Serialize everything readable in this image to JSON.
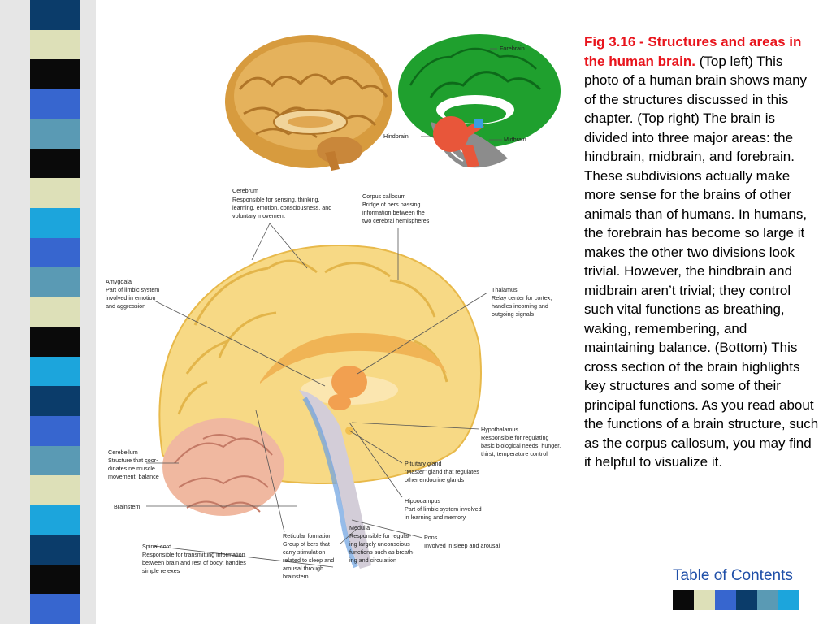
{
  "caption": {
    "title": "Fig 3.16 - Structures and areas in the human brain.",
    "body": "(Top left) This photo of a human brain shows many of the structures discussed in this chapter. (Top right) The brain is divided into three major areas: the hindbrain, midbrain, and forebrain. These subdivisions actually make more sense for the brains of other animals than of humans. In humans, the forebrain has become so large it makes the other two divisions look trivial.  However, the hindbrain and midbrain aren’t trivial; they control such vital functions as breathing, waking, remembering, and maintaining balance. (Bottom) This cross section of the brain highlights key structures and some of their principal functions. As you read about the functions of a brain structure, such as the corpus callosum, you may find it helpful to visualize it."
  },
  "toc_link": "Table of Contents",
  "colors": {
    "stripe_palette": [
      "#0a0a0a",
      "#dde0b8",
      "#3766cf",
      "#0b3c6a",
      "#5a9ab4",
      "#1ca5dc"
    ],
    "legend_swatches": [
      "#0a0a0a",
      "#dde0b8",
      "#3766cf",
      "#0b3c6a",
      "#5a9ab4",
      "#1ca5dc"
    ]
  },
  "division_labels": {
    "forebrain": "Forebrain",
    "hindbrain": "Hindbrain",
    "midbrain": "Midbrain"
  },
  "structures": {
    "cerebrum": {
      "name": "Cerebrum",
      "desc": [
        "Responsible for sensing, thinking,",
        "learning, emotion, consciousness, and",
        "voluntary movement"
      ]
    },
    "corpus_callosum": {
      "name": "Corpus callosum",
      "desc": [
        "Bridge of  bers passing",
        "information between the",
        "two cerebral hemispheres"
      ]
    },
    "amygdala": {
      "name": "Amygdala",
      "desc": [
        "Part of limbic system",
        "involved in emotion",
        "and aggression"
      ]
    },
    "thalamus": {
      "name": "Thalamus",
      "desc": [
        "Relay center for cortex;",
        "handles incoming and",
        "outgoing signals"
      ]
    },
    "hypothalamus": {
      "name": "Hypothalamus",
      "desc": [
        "Responsible for regulating",
        "basic biological needs: hunger,",
        "thirst, temperature control"
      ]
    },
    "cerebellum": {
      "name": "Cerebellum",
      "desc": [
        "Structure that coor-",
        "dinates   ne muscle",
        "movement, balance"
      ]
    },
    "pituitary": {
      "name": "Pituitary gland",
      "desc": [
        "“Master” gland that regulates",
        "other endocrine glands"
      ]
    },
    "hippocampus": {
      "name": "Hippocampus",
      "desc": [
        "Part of limbic system involved",
        "in learning and memory"
      ]
    },
    "brainstem": {
      "name": "Brainstem",
      "desc": []
    },
    "pons": {
      "name": "Pons",
      "desc": [
        "Involved in sleep and arousal"
      ]
    },
    "medulla": {
      "name": "Medulla",
      "desc": [
        "Responsible for regulat-",
        "ing largely unconscious",
        "functions such as breath-",
        "ing and circulation"
      ]
    },
    "reticular": {
      "name": "Reticular formation",
      "desc": [
        "Group of   bers that",
        "carry stimulation",
        "related to sleep and",
        "arousal through",
        "brainstem"
      ]
    },
    "spinal_cord": {
      "name": "Spinal cord",
      "desc": [
        "Responsible for transmitting information",
        "between brain and rest of body; handles",
        "simple re  exes"
      ]
    }
  }
}
